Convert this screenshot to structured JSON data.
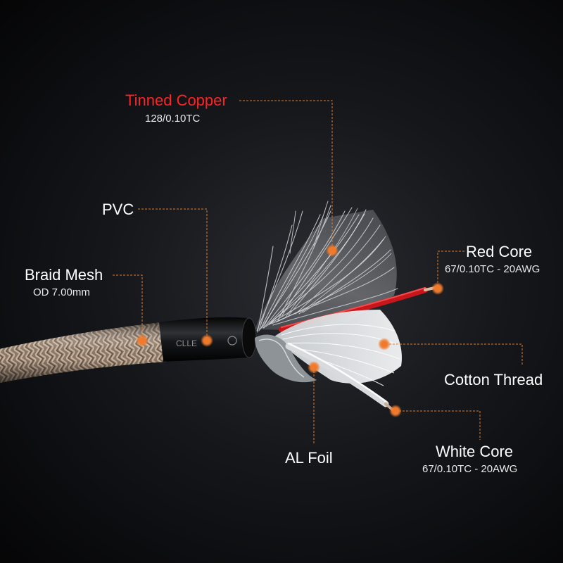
{
  "labels": {
    "tinned_copper": {
      "title": "Tinned Copper",
      "spec": "128/0.10TC",
      "color": "#ff2323"
    },
    "pvc": {
      "title": "PVC"
    },
    "braid_mesh": {
      "title": "Braid Mesh",
      "spec": "OD 7.00mm"
    },
    "red_core": {
      "title": "Red Core",
      "spec": "67/0.10TC - 20AWG"
    },
    "cotton_thread": {
      "title": "Cotton Thread"
    },
    "al_foil": {
      "title": "AL Foil"
    },
    "white_core": {
      "title": "White Core",
      "spec": "67/0.10TC - 20AWG"
    }
  },
  "jacket_print": "CLLE",
  "colors": {
    "background": "#0b0c0e",
    "leader_line": "#e07a2a",
    "marker_dot": "#f07a2c",
    "tinned_copper_text": "#ff2323",
    "label_text": "#ffffff"
  }
}
